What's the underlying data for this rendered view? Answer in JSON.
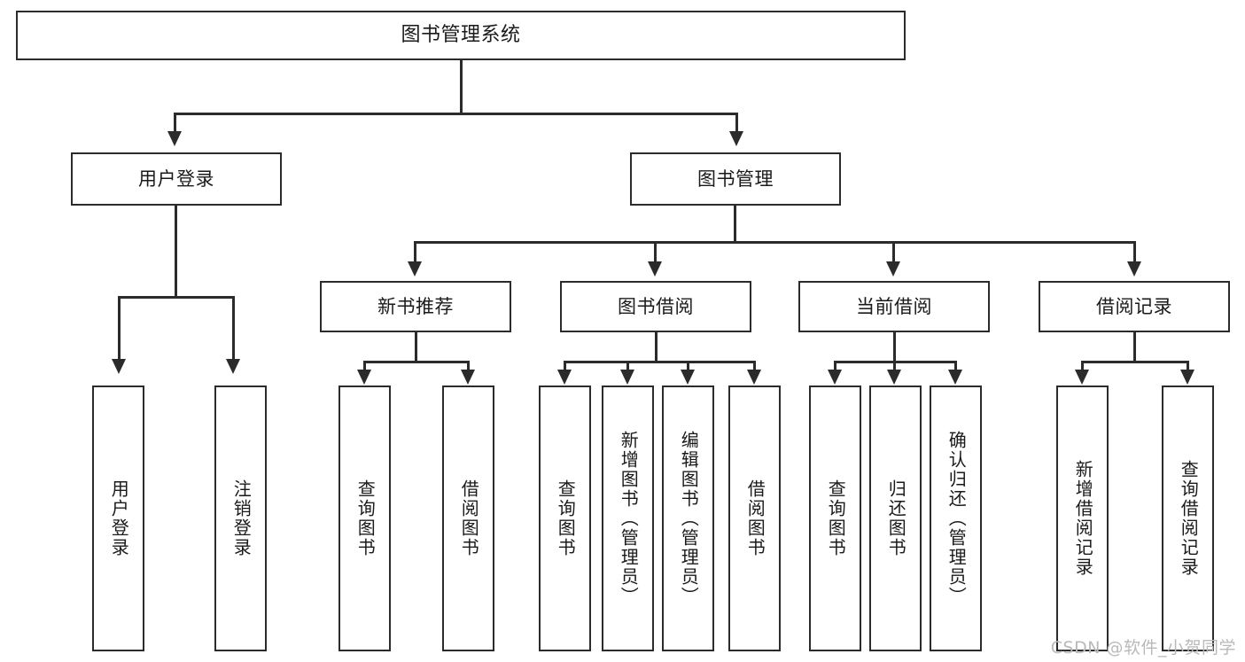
{
  "diagram": {
    "title": "图书管理系统",
    "watermark": "CSDN @软件_小贺同学",
    "type": "tree",
    "root": {
      "label": "图书管理系统"
    },
    "level2": [
      {
        "label": "用户登录"
      },
      {
        "label": "图书管理"
      }
    ],
    "level3": [
      {
        "label": "新书推荐"
      },
      {
        "label": "图书借阅"
      },
      {
        "label": "当前借阅"
      },
      {
        "label": "借阅记录"
      }
    ],
    "leaves": {
      "user_login": [
        {
          "label": "用户登录"
        },
        {
          "label": "注销登录"
        }
      ],
      "new_book_recommend": [
        {
          "label": "查询图书"
        },
        {
          "label": "借阅图书"
        }
      ],
      "book_borrow": [
        {
          "label": "查询图书"
        },
        {
          "label": "新增图书（管理员）"
        },
        {
          "label": "编辑图书（管理员）"
        },
        {
          "label": "借阅图书"
        }
      ],
      "current_borrow": [
        {
          "label": "查询图书"
        },
        {
          "label": "归还图书"
        },
        {
          "label": "确认归还（管理员）"
        }
      ],
      "borrow_record": [
        {
          "label": "新增借阅记录"
        },
        {
          "label": "查询借阅记录"
        }
      ]
    },
    "colors": {
      "stroke": "#2b2b2b",
      "fill": "#ffffff",
      "text": "#1a1a1a",
      "watermark": "#b9b9b9"
    }
  }
}
